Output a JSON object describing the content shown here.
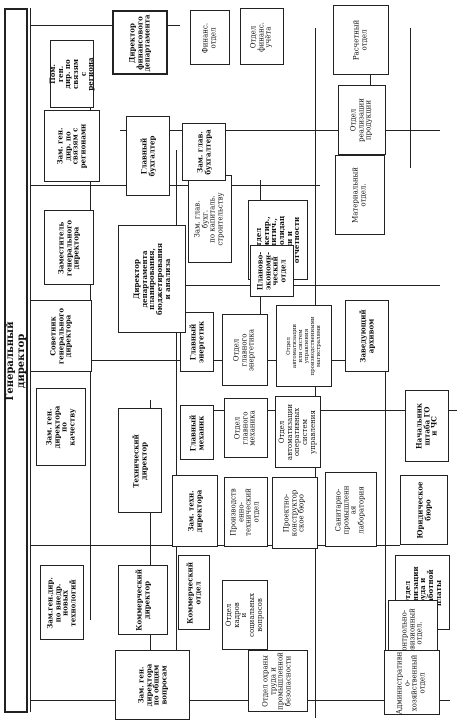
{
  "general_director": "Генеральный директор",
  "col1": {
    "zam_new_tech": "Зам.ген.дир.\nпо внедр.\nновых\nтехнологий",
    "kommerch_dir": "Коммерческий\nдиректор",
    "kommerch_otdel": "Коммерческий\nотдел",
    "zam_obshie": "Зам. ген.\nдиректора\nпо общим\nвопросам",
    "otdel_kadrov": "Отдел кадров\nи социальных\nвопросов",
    "otdel_ohrany": "Отдел охраны\nтруда и\nпромышленной\nбезопасности"
  },
  "col2": {
    "zam_kachestvo": "Зам. ген.\nдиректора\nпо\nкачеству",
    "tech_dir": "Технический\nдиректор",
    "zam_tech": "Зам. техн.\nдиректора",
    "proizv_tech": "Производств\nенно-\nтехнический\nотдел",
    "proekt_konstr": "Проектно-\nконструктор\nское бюро",
    "sanit_lab": "Санитарно-\nпромышленн\nая\nлаборатория",
    "glav_mehanik": "Главный\nмеханик",
    "otdel_glav_meh": "Отдел\nглавного\nмеханика",
    "otdel_avtom_oper": "Отдел\nавтоматизации\nоперативных\nсистем\nуправления",
    "glav_energetik": "Главный\nэнергетик",
    "otdel_glav_energ": "Отдел\nглавного\nэнергетика",
    "otdel_avtom_proizv": "Отдел\nавтоматизации\nили систем\nуправления\nпроизводственными\nмагистралями"
  },
  "col3": {
    "sovetnik": "Советник\nгенерального\nдиректора",
    "zaved_arhiv": "Заведующий\nархивом",
    "nach_go": "Начальник\nштаба ГО и ЧС",
    "yur_buro": "Юридическое\nбюро",
    "otdel_org_truda": "Отдел\nорганизации\nтруда и\nзаработной\nплаты",
    "kontr_reviz": "Контрольно-\nревизионный\nотдел.",
    "admin_hoz": "Административн\nо-хозяйственный\nотдел"
  },
  "col4": {
    "zam_gen_dir": "Заместитель\nгенерального\nдиректора",
    "dir_plan": "Директор\nдепартамента\nпланирования,\nбюджетирования\nи анализа",
    "zam_glav_buh_stroy": "Зам. глав. бухг.\nпо капиталь.\nстроительству",
    "otdel_budget": "Отдел\nбюджетир.,\nаналитич.,\nконсолидац\nии и\nотчётности",
    "plan_econom": "Планово-\nэкономи-\nческий\nотдел",
    "material_otdel": "Материальный\nотдел."
  },
  "col5": {
    "zam_regiony": "Зам. ген.\nдир. по\nсвязям с\nрегионами",
    "glav_buh": "Главный\nбухгалтер",
    "zam_glav_buh": "Зам. глав.\nбухгалтера",
    "otdel_realiz": "Отдел\nреализации\nпродукции",
    "raschet_otdel": "Расчетный\nотдел"
  },
  "col6": {
    "pom_regiony": "Пом.\nген.\nдир. по\nсвязям с\nрегиона",
    "dir_fin": "Директор\nфинансового\nдепартамента",
    "finans_otdel": "Финанс.\nотдел",
    "otdel_fin_ucheta": "Отдел\nфинанс.\nучёта"
  }
}
